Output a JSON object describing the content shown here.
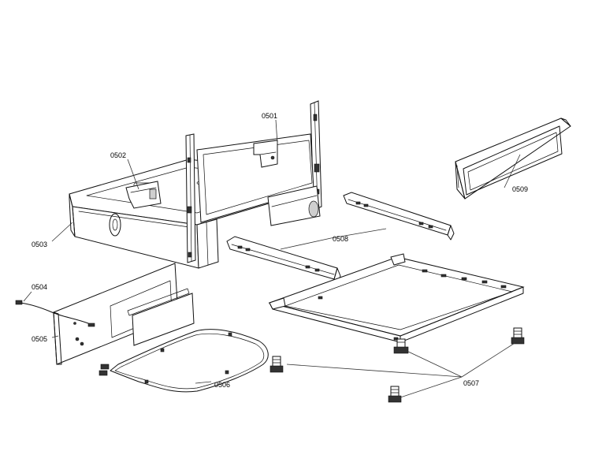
{
  "labels": {
    "p0501": "0501",
    "p0502": "0502",
    "p0503": "0503",
    "p0504": "0504",
    "p0505": "0505",
    "p0506": "0506",
    "p0507": "0507",
    "p0508": "0508",
    "p0509": "0509"
  }
}
